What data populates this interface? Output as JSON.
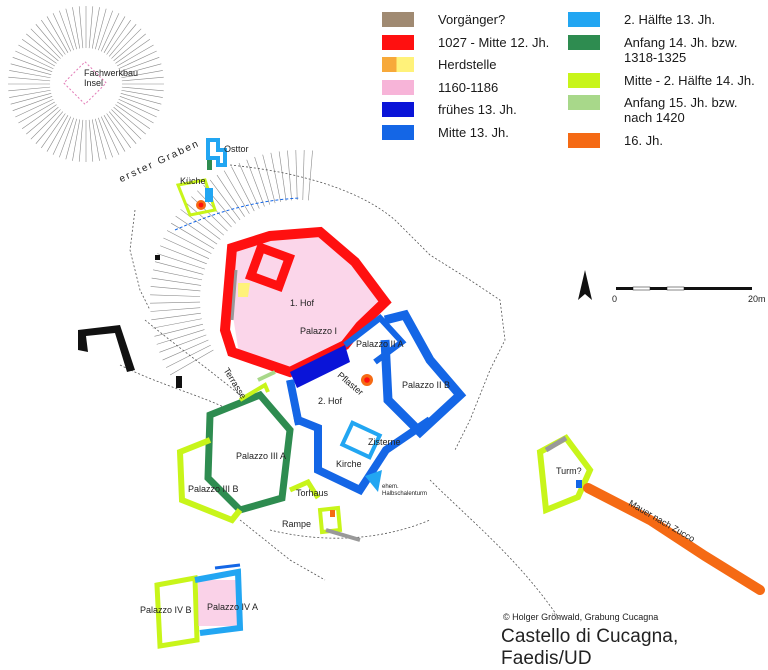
{
  "legend": {
    "items": [
      {
        "label": "Vorgänger?",
        "color": "#a08a72"
      },
      {
        "label": "1027 - Mitte 12. Jh.",
        "color": "#ff1010"
      },
      {
        "label": "Herdstelle",
        "color": "#f7a93a",
        "color2": "#fff27a"
      },
      {
        "label": "1160-1186",
        "color": "#f7b4d8"
      },
      {
        "label": "frühes 13. Jh.",
        "color": "#0a14d8"
      },
      {
        "label": "Mitte 13. Jh.",
        "color": "#1466e6"
      },
      {
        "label": "2. Hälfte 13. Jh.",
        "color": "#22a6f2"
      },
      {
        "label": "Anfang 14. Jh. bzw.",
        "label2": "1318-1325",
        "color": "#2e8c50"
      },
      {
        "label": "Mitte - 2. Hälfte 14. Jh.",
        "color": "#c8f51a"
      },
      {
        "label": "Anfang 15. Jh. bzw.",
        "label2": "nach 1420",
        "color": "#a8d88a"
      },
      {
        "label": "16. Jh.",
        "color": "#f56a14"
      }
    ]
  },
  "labels": {
    "fachwerkbau": "Fachwerkbau",
    "insel": "Insel",
    "osttor": "Osttor",
    "kueche": "Küche",
    "erster_graben": "erster Graben",
    "hof1": "1. Hof",
    "palazzo1": "Palazzo I",
    "palazzo2a": "Palazzo II A",
    "palazzo2b": "Palazzo II B",
    "pflaster": "Pflaster",
    "hof2": "2. Hof",
    "terrasse": "Terrasse",
    "zisterne": "Zisterne",
    "kirche": "Kirche",
    "ehem": "ehem.",
    "halbschalenturm": "Halbschalenturm",
    "palazzo3a": "Palazzo III A",
    "palazzo3b": "Palazzo III B",
    "torhaus": "Torhaus",
    "rampe": "Rampe",
    "turm": "Turm?",
    "mauer": "Mauer nach Zucco",
    "palazzo4a": "Palazzo IV A",
    "palazzo4b": "Palazzo IV B"
  },
  "scale": {
    "start": "0",
    "end": "20m"
  },
  "copyright": "© Holger Grönwald, Grabung Cucagna",
  "title": "Castello di Cucagna, Faedis/UD"
}
